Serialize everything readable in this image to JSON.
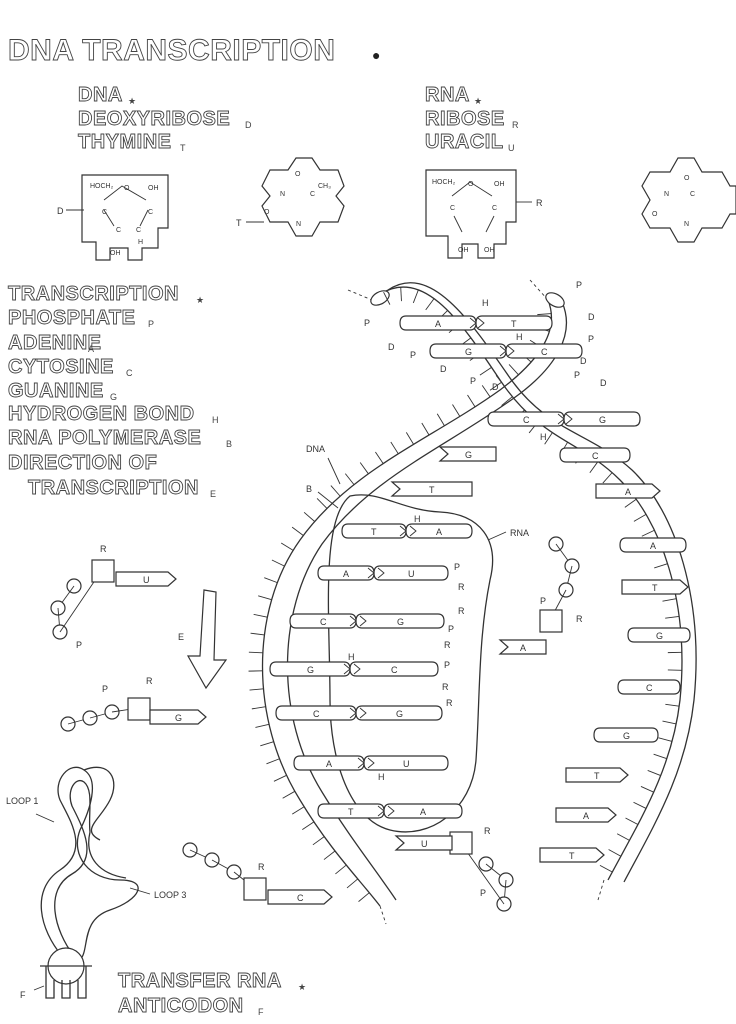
{
  "title": "DNA TRANSCRIPTION",
  "title_marker": "●",
  "dna_key": [
    {
      "label": "DNA",
      "sub": "★"
    },
    {
      "label": "DEOXYRIBOSE",
      "sub": "D"
    },
    {
      "label": "THYMINE",
      "sub": "T"
    }
  ],
  "rna_key": [
    {
      "label": "RNA",
      "sub": "★"
    },
    {
      "label": "RIBOSE",
      "sub": "R"
    },
    {
      "label": "URACIL",
      "sub": "U"
    }
  ],
  "process_key": [
    {
      "label": "TRANSCRIPTION",
      "sub": "★"
    },
    {
      "label": "PHOSPHATE",
      "sub": "P"
    },
    {
      "label": "ADENINE",
      "sub": "A"
    },
    {
      "label": "CYTOSINE",
      "sub": "C"
    },
    {
      "label": "GUANINE",
      "sub": "G"
    },
    {
      "label": "HYDROGEN BOND",
      "sub": "H"
    },
    {
      "label": "RNA POLYMERASE",
      "sub": "B"
    },
    {
      "label": "DIRECTION OF",
      "sub": ""
    },
    {
      "label": "TRANSCRIPTION",
      "sub": "E"
    }
  ],
  "trna_key": [
    {
      "label": "TRANSFER RNA",
      "sub": "★"
    },
    {
      "label": "ANTICODON",
      "sub": "F"
    }
  ],
  "diagram_labels": {
    "dna": "DNA",
    "rna": "RNA",
    "polymerase": "B",
    "direction": "E",
    "loop1": "LOOP 1",
    "loop3": "LOOP 3",
    "anticodon": "F",
    "deoxyribose_mark": "D",
    "thymine_mark": "T",
    "ribose_mark": "R"
  },
  "molecule_text": {
    "hoch2": "HOCH₂",
    "o": "O",
    "oh": "OH",
    "h": "H",
    "c": "C",
    "n": "N",
    "ch3": "CH₃"
  },
  "dna_pairs": [
    {
      "left": "A",
      "right": "T"
    },
    {
      "left": "G",
      "right": "C"
    },
    {
      "left": "C",
      "right": "G"
    }
  ],
  "template_bases": [
    "G",
    "T",
    "C",
    "A",
    "A",
    "T",
    "G",
    "C",
    "G",
    "T",
    "A",
    "T"
  ],
  "rna_pairs": [
    {
      "left": "T",
      "right": "A"
    },
    {
      "left": "A",
      "right": "U"
    },
    {
      "left": "C",
      "right": "G"
    },
    {
      "left": "G",
      "right": "C"
    },
    {
      "left": "C",
      "right": "G"
    },
    {
      "left": "A",
      "right": "U"
    },
    {
      "left": "T",
      "right": "A"
    }
  ],
  "free_nucleotides": [
    {
      "base": "U",
      "sugar": "R",
      "phosphate": "P"
    },
    {
      "base": "G",
      "sugar": "R",
      "phosphate": "P"
    },
    {
      "base": "C",
      "sugar": "R",
      "phosphate": ""
    },
    {
      "base": "A",
      "sugar": "R",
      "phosphate": "P"
    },
    {
      "base": "U",
      "sugar": "R",
      "phosphate": "P"
    }
  ],
  "backbone_marks": {
    "p": "P",
    "d": "D",
    "r": "R",
    "h": "H"
  }
}
